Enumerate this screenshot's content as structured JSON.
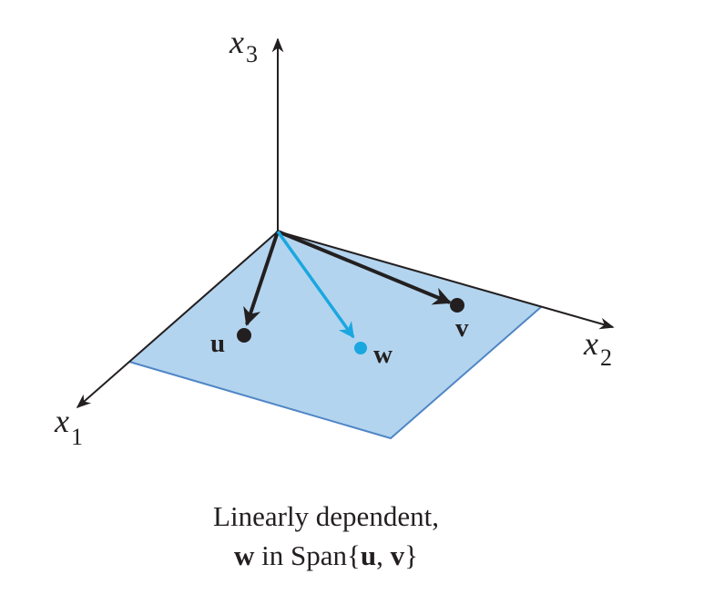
{
  "axes": {
    "x1": {
      "base": "x",
      "sub": "1"
    },
    "x2": {
      "base": "x",
      "sub": "2"
    },
    "x3": {
      "base": "x",
      "sub": "3"
    }
  },
  "vectors": {
    "u": {
      "label": "u",
      "color": "#231f20"
    },
    "v": {
      "label": "v",
      "color": "#231f20"
    },
    "w": {
      "label": "w",
      "color": "#1aa7e0"
    }
  },
  "plane": {
    "fill": "#b3d4ee",
    "edge": "#4f86c6"
  },
  "caption": {
    "line1": "Linearly dependent,",
    "line2_w": "w",
    "line2_mid": " in Span{",
    "line2_u": "u",
    "line2_comma": ", ",
    "line2_v": "v",
    "line2_end": "}"
  }
}
